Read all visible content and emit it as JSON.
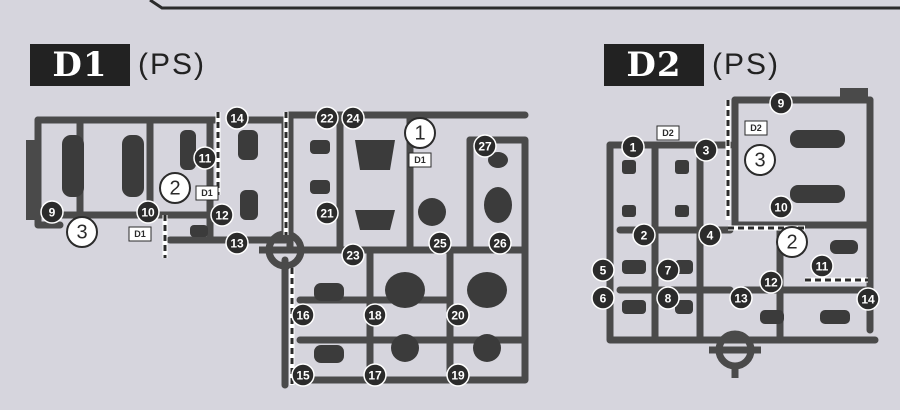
{
  "sprues": [
    {
      "id": "D1",
      "title": "D1",
      "material": "(PS)",
      "callouts": [
        "1",
        "2",
        "3",
        "9",
        "10",
        "11",
        "12",
        "13",
        "14",
        "15",
        "16",
        "17",
        "18",
        "19",
        "20",
        "21",
        "22",
        "23",
        "24",
        "25",
        "26",
        "27"
      ],
      "part_tags": [
        "D1",
        "D1",
        "D1"
      ]
    },
    {
      "id": "D2",
      "title": "D2",
      "material": "(PS)",
      "callouts": [
        "1",
        "2",
        "3",
        "4",
        "5",
        "6",
        "7",
        "8",
        "9",
        "10",
        "11",
        "12",
        "13",
        "14"
      ],
      "part_tags": [
        "D2",
        "D2"
      ]
    }
  ],
  "colors": {
    "background": "#d6d5dd",
    "ink": "#2b2b2b",
    "sprue": "#4a4a4a",
    "part": "#3b3b3b",
    "badge_text": "#ffffff",
    "highlight_fill": "#ffffff"
  }
}
